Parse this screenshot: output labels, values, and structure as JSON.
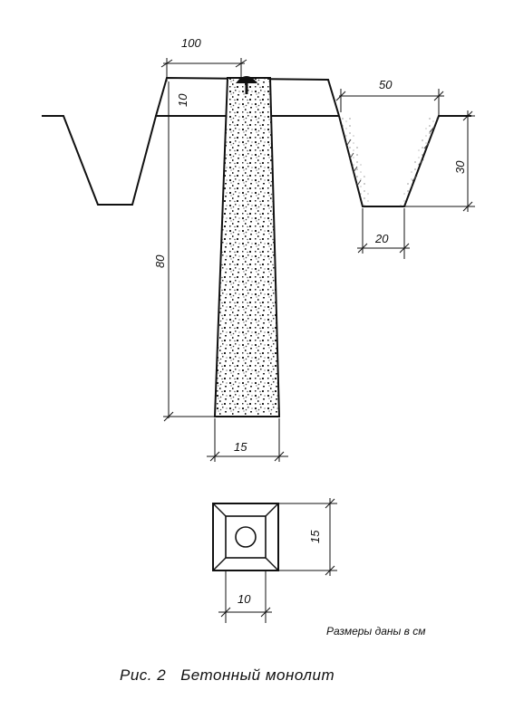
{
  "drawing": {
    "dimensions": {
      "top_width": "100",
      "mound_height": "10",
      "ditch_top_width": "50",
      "ditch_depth": "30",
      "ditch_bottom_width": "20",
      "pillar_depth": "80",
      "pillar_bottom_width": "15",
      "plan_side": "15",
      "plan_inner": "10"
    },
    "units_note": "Размеры даны в см",
    "caption_number": "Рис. 2",
    "caption_title": "Бетонный монолит"
  }
}
